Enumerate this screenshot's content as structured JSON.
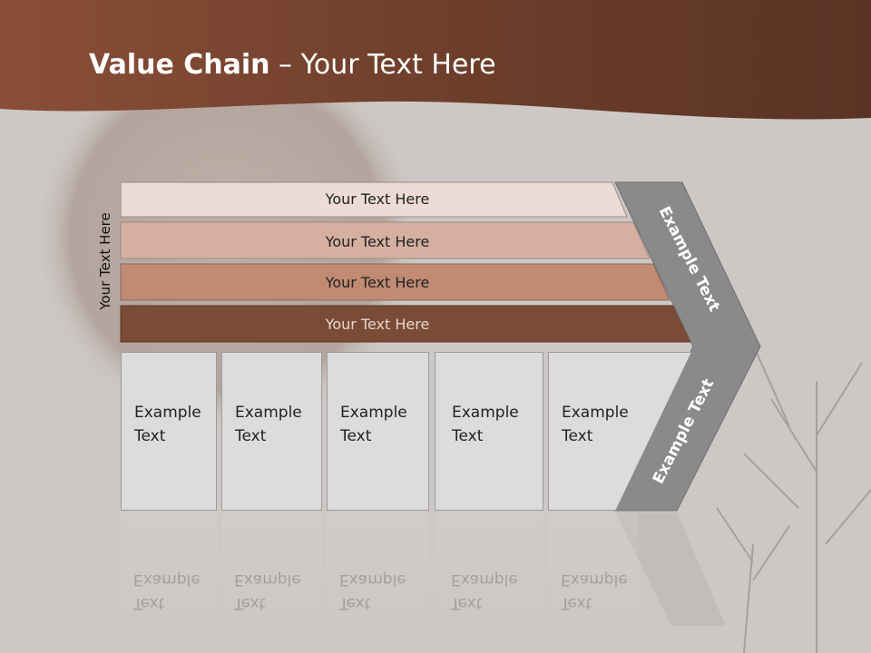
{
  "slide": {
    "title_bold": "Value Chain",
    "title_rest": " – Your Text Here",
    "side_label": "Your Text Here"
  },
  "bands": [
    {
      "label": "Your Text Here",
      "color": "#ecdcd5"
    },
    {
      "label": "Your Text Here",
      "color": "#d5b0a1"
    },
    {
      "label": "Your Text Here",
      "color": "#c08a73"
    },
    {
      "label": "Your Text Here",
      "color": "#7a4b36"
    }
  ],
  "chevron": {
    "top_text": "Example Text",
    "bottom_text": "Example Text",
    "color": "#8a8a8a"
  },
  "activities": [
    {
      "line1": "Example",
      "line2": "Text"
    },
    {
      "line1": "Example",
      "line2": "Text"
    },
    {
      "line1": "Example",
      "line2": "Text"
    },
    {
      "line1": "Example",
      "line2": "Text"
    },
    {
      "line1": "Example",
      "line2": "Text"
    }
  ],
  "colors": {
    "header": "#6e3f2b",
    "background": "#cdc8c5"
  }
}
